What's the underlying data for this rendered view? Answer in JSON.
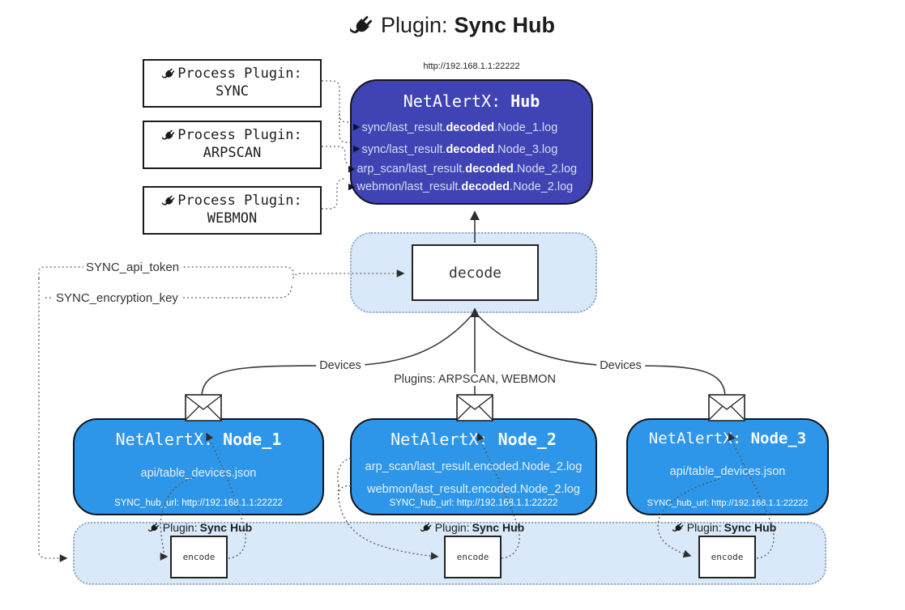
{
  "title": {
    "prefix": "Plugin:",
    "name": "Sync Hub"
  },
  "hub": {
    "url": "http://192.168.1.1:22222",
    "name_prefix": "NetAlertX:",
    "name": "Hub",
    "logs": [
      {
        "pre": "sync/last_result.",
        "bold": "decoded",
        "post": ".Node_1.log"
      },
      {
        "pre": "sync/last_result.",
        "bold": "decoded",
        "post": ".Node_3.log"
      },
      {
        "pre": "arp_scan/last_result.",
        "bold": "decoded",
        "post": ".Node_2.log"
      },
      {
        "pre": "webmon/last_result.",
        "bold": "decoded",
        "post": ".Node_2.log"
      }
    ]
  },
  "process_plugins": [
    {
      "label": "Process Plugin:",
      "name": "SYNC"
    },
    {
      "label": "Process Plugin:",
      "name": "ARPSCAN"
    },
    {
      "label": "Process Plugin:",
      "name": "WEBMON"
    }
  ],
  "settings": {
    "api_token": "SYNC_api_token",
    "encryption_key": "SYNC_encryption_key"
  },
  "decode": {
    "label": "decode"
  },
  "edges": {
    "devices_left": "Devices",
    "devices_right": "Devices",
    "plugins_mid": "Plugins: ARPSCAN, WEBMON"
  },
  "nodes": [
    {
      "name_prefix": "NetAlertX:",
      "name": "Node_1",
      "files": [
        "api/table_devices.json"
      ],
      "hub_url": "SYNC_hub_url: http://192.168.1.1:22222",
      "plugin_prefix": "Plugin:",
      "plugin_name": "Sync Hub",
      "encode_label": "encode"
    },
    {
      "name_prefix": "NetAlertX:",
      "name": "Node_2",
      "files": [
        "arp_scan/last_result.encoded.Node_2.log",
        "webmon/last_result.encoded.Node_2.log"
      ],
      "hub_url": "SYNC_hub_url: http://192.168.1.1:22222",
      "plugin_prefix": "Plugin:",
      "plugin_name": "Sync Hub",
      "encode_label": "encode"
    },
    {
      "name_prefix": "NetAlertX:",
      "name": "Node_3",
      "files": [
        "api/table_devices.json"
      ],
      "hub_url": "SYNC_hub_url: http://192.168.1.1:22222",
      "plugin_prefix": "Plugin:",
      "plugin_name": "Sync Hub",
      "encode_label": "encode"
    }
  ],
  "colors": {
    "hub": "#3f43b4",
    "node": "#2e96e8",
    "panel": "#d9e9fa"
  }
}
